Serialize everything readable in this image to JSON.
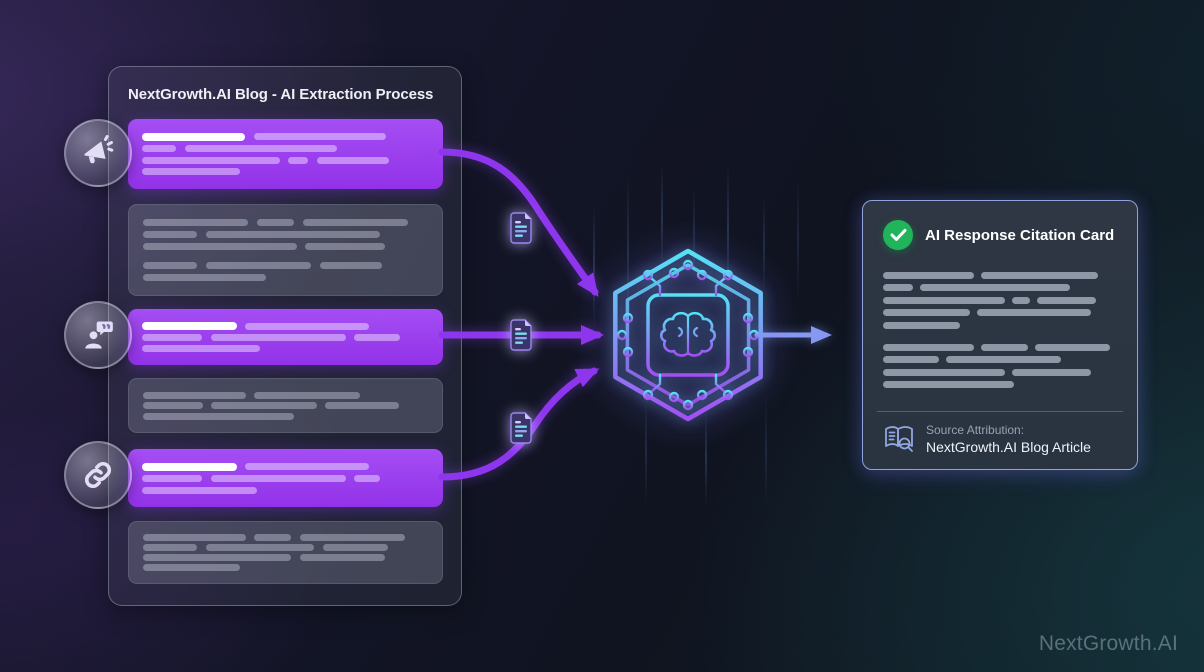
{
  "colors": {
    "accent_purple": "#9b3df2",
    "accent_cyan": "#55e0f0",
    "success_green": "#21b45b",
    "arrow_blue": "#8699f2",
    "card_border": "#8fa3dc"
  },
  "blog_panel": {
    "title": "NextGrowth.AI Blog - AI Extraction Process",
    "source_icons": [
      "megaphone-icon",
      "person-quote-icon",
      "link-icon"
    ],
    "blocks": [
      {
        "style": "highlight",
        "rows": [
          {
            "segs": [
              {
                "w": 36,
                "b": true
              },
              {
                "w": 46
              }
            ]
          },
          {
            "segs": [
              {
                "w": 12
              },
              {
                "w": 53
              }
            ]
          },
          {
            "segs": [
              {
                "w": 48
              },
              {
                "w": 7
              },
              {
                "w": 25
              }
            ]
          },
          {
            "segs": [
              {
                "w": 34
              }
            ]
          }
        ]
      },
      {
        "style": "muted",
        "rows": [
          {
            "segs": [
              {
                "w": 37
              },
              {
                "w": 13
              },
              {
                "w": 37
              }
            ]
          },
          {
            "segs": [
              {
                "w": 19
              },
              {
                "w": 61
              }
            ]
          },
          {
            "segs": [
              {
                "w": 54
              },
              {
                "w": 28
              }
            ]
          },
          {
            "gap": true,
            "segs": [
              {
                "w": 19
              },
              {
                "w": 37
              },
              {
                "w": 22
              }
            ]
          },
          {
            "segs": [
              {
                "w": 43
              }
            ]
          }
        ]
      },
      {
        "style": "highlight",
        "rows": [
          {
            "segs": [
              {
                "w": 33,
                "b": true
              },
              {
                "w": 43
              }
            ]
          },
          {
            "segs": [
              {
                "w": 21
              },
              {
                "w": 47
              },
              {
                "w": 16
              }
            ]
          },
          {
            "segs": [
              {
                "w": 41
              }
            ]
          }
        ]
      },
      {
        "style": "muted",
        "rows": [
          {
            "segs": [
              {
                "w": 36
              },
              {
                "w": 37
              }
            ]
          },
          {
            "segs": [
              {
                "w": 21
              },
              {
                "w": 37
              },
              {
                "w": 26
              }
            ]
          },
          {
            "segs": [
              {
                "w": 53
              }
            ]
          }
        ]
      },
      {
        "style": "highlight",
        "rows": [
          {
            "segs": [
              {
                "w": 33,
                "b": true
              },
              {
                "w": 43
              }
            ]
          },
          {
            "segs": [
              {
                "w": 21
              },
              {
                "w": 47
              },
              {
                "w": 9
              }
            ]
          },
          {
            "segs": [
              {
                "w": 40
              }
            ]
          }
        ]
      },
      {
        "style": "muted",
        "rows": [
          {
            "segs": [
              {
                "w": 36
              },
              {
                "w": 13
              },
              {
                "w": 37
              }
            ]
          },
          {
            "segs": [
              {
                "w": 19
              },
              {
                "w": 38
              },
              {
                "w": 23
              }
            ]
          },
          {
            "segs": [
              {
                "w": 52
              },
              {
                "w": 30
              }
            ]
          },
          {
            "segs": [
              {
                "w": 34
              }
            ]
          }
        ]
      }
    ]
  },
  "flow": {
    "doc_icons": [
      "document-icon",
      "document-icon",
      "document-icon"
    ],
    "processor_icon": "ai-chip-hexagon-icon"
  },
  "citation_card": {
    "status_icon": "check-circle-icon",
    "title": "AI Response Citation Card",
    "paragraphs": [
      [
        {
          "segs": [
            {
              "w": 39
            },
            {
              "w": 50
            }
          ]
        },
        {
          "segs": [
            {
              "w": 13
            },
            {
              "w": 64
            }
          ]
        },
        {
          "segs": [
            {
              "w": 52
            },
            {
              "w": 8
            },
            {
              "w": 25
            }
          ]
        },
        {
          "segs": [
            {
              "w": 37
            },
            {
              "w": 49
            }
          ]
        },
        {
          "segs": [
            {
              "w": 33
            }
          ]
        }
      ],
      [
        {
          "segs": [
            {
              "w": 39
            },
            {
              "w": 20
            },
            {
              "w": 32
            }
          ]
        },
        {
          "segs": [
            {
              "w": 24
            },
            {
              "w": 49
            }
          ]
        },
        {
          "segs": [
            {
              "w": 52
            },
            {
              "w": 34
            }
          ]
        },
        {
          "segs": [
            {
              "w": 56
            }
          ]
        }
      ]
    ],
    "source_icon": "book-search-icon",
    "source_label": "Source Attribution:",
    "source_value": "NextGrowth.AI Blog Article"
  },
  "watermark": "NextGrowth.AI"
}
